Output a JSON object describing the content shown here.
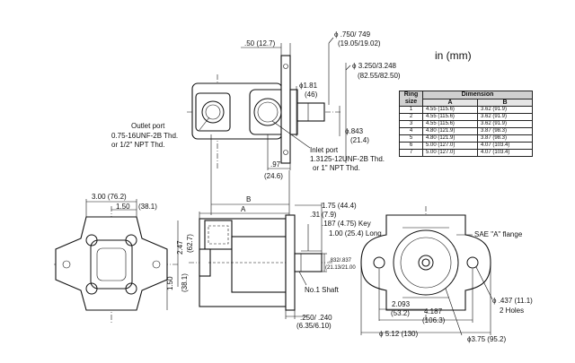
{
  "units_label": "in (mm)",
  "side_view": {
    "dim_050": ".50 (12.7)",
    "dim_phi750": "ϕ .750/ 749",
    "dim_phi750_mm": "(19.05/19.02)",
    "dim_phi3250": "ϕ 3.250/3.248",
    "dim_phi3250_mm": "(82.55/82.50)",
    "dim_phi181": "ϕ1.81",
    "dim_phi181_mm": "(46)",
    "dim_phi843": "ϕ.843",
    "dim_phi843_mm": "(21.4)",
    "dim_097": ".97",
    "dim_097_mm": "(24.6)",
    "outlet_line1": "Outlet port",
    "outlet_line2": "0.75-16UNF-2B Thd.",
    "outlet_line3": "or 1/2\" NPT Thd.",
    "inlet_line1": "Inlet port",
    "inlet_line2": "1.3125-12UNF-2B Thd.",
    "inlet_line3": "or 1\" NPT Thd."
  },
  "left_view": {
    "dim_300": "3.00 (76.2)",
    "dim_150": "1.50",
    "dim_381_top": "(38.1)",
    "dim_247": "2.47",
    "dim_627": "(62.7)",
    "dim_150_v": "1.50",
    "dim_381_v": "(38.1)"
  },
  "front_view": {
    "dim_B": "B",
    "dim_A": "A",
    "dim_175": "1.75 (44.4)",
    "dim_031": ".31",
    "dim_031_mm": "(7.9)",
    "key_line1": ".187 (4.75) Key",
    "key_line2": "1.00 (25.4) Long",
    "shaft_dia1": ".832/.837",
    "shaft_dia2": "(21.13/21.00",
    "shaft_label": "No.1 Shaft",
    "dim_250": ".250/ .240",
    "dim_250_mm": "(6.35/6.10)"
  },
  "right_view": {
    "flange_label": "SAE \"A\" flange",
    "dim_437": "ϕ .437 (11.1)",
    "holes_label": "2 Holes",
    "dim_2093": "2.093",
    "dim_531": "(53.2)",
    "dim_4187": "4.187",
    "dim_1063": "(106.3)",
    "dim_512": "ϕ 5.12 (130)",
    "dim_375": "ϕ3.75 (95.2)"
  },
  "table": {
    "ring_header": "Ring size",
    "dimension_header": "Dimension",
    "col_a": "A",
    "col_b": "B",
    "rows": [
      {
        "ring": "1",
        "a": "4.55 (115.6)",
        "b": "3.62 (91.9)"
      },
      {
        "ring": "2",
        "a": "4.55 (115.6)",
        "b": "3.62 (91.9)"
      },
      {
        "ring": "3",
        "a": "4.55 (115.6)",
        "b": "3.62 (91.9)"
      },
      {
        "ring": "4",
        "a": "4.80 (121.9)",
        "b": "3.87 (98.3)"
      },
      {
        "ring": "5",
        "a": "4.80 (121.9)",
        "b": "3.87 (98.3)"
      },
      {
        "ring": "6",
        "a": "5.00 (127.0)",
        "b": "4.07 (103.4)"
      },
      {
        "ring": "7",
        "a": "5.00 (127.0)",
        "b": "4.07 (103.4)"
      }
    ]
  }
}
